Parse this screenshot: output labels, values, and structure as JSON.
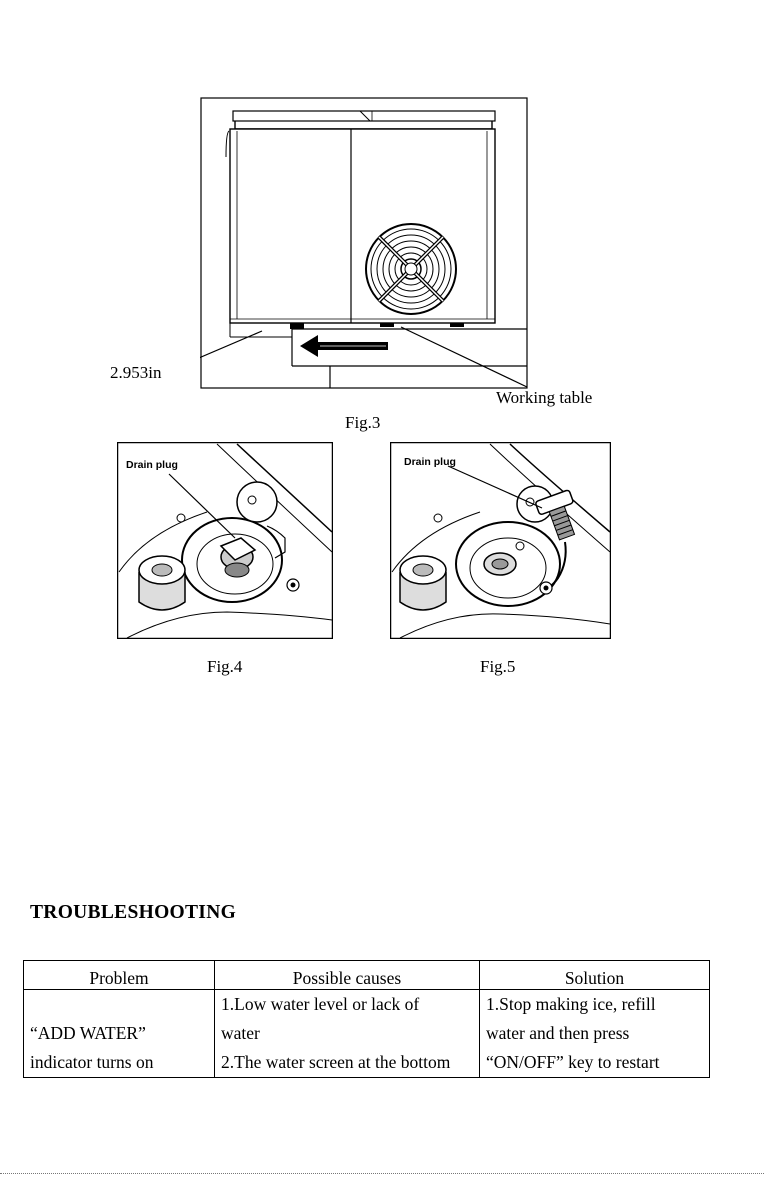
{
  "figure3": {
    "dimension_label": "2.953in",
    "surface_label": "Working table",
    "caption": "Fig.3"
  },
  "figure4": {
    "drain_label": "Drain plug",
    "caption": "Fig.4"
  },
  "figure5": {
    "drain_label": "Drain plug",
    "caption": "Fig.5"
  },
  "section_heading": "TROUBLESHOOTING",
  "table": {
    "headers": [
      "Problem",
      "Possible causes",
      "Solution"
    ],
    "rows": [
      {
        "problem": [
          "",
          "“ADD WATER”",
          "indicator turns on"
        ],
        "causes": [
          "1.Low water level or lack of",
          "water",
          "2.The water screen at the bottom"
        ],
        "solution": [
          "1.Stop making ice, refill",
          "water and then press",
          "“ON/OFF” key to restart"
        ]
      }
    ]
  }
}
